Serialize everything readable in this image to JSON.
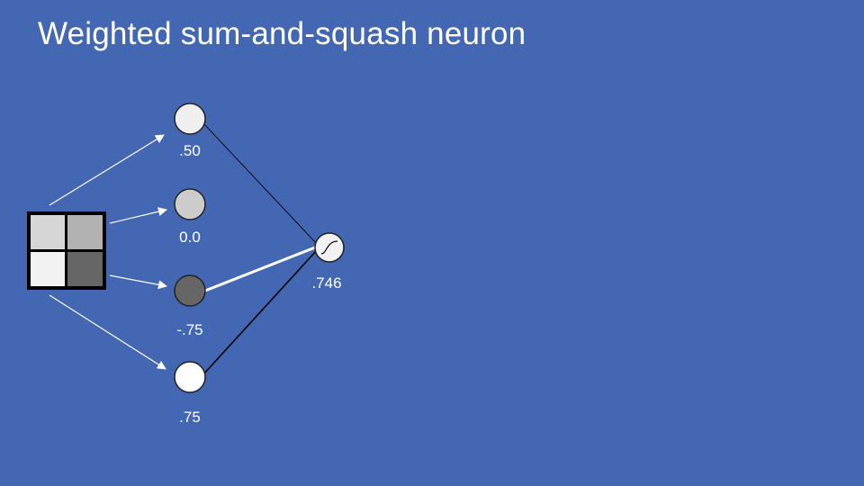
{
  "slide": {
    "title": "Weighted sum-and-squash neuron"
  },
  "diagram": {
    "input_pixels": [
      {
        "row": 0,
        "col": 0,
        "shade": "#d6d6d6"
      },
      {
        "row": 0,
        "col": 1,
        "shade": "#b2b2b2"
      },
      {
        "row": 1,
        "col": 0,
        "shade": "#f2f2f2"
      },
      {
        "row": 1,
        "col": 1,
        "shade": "#666666"
      }
    ],
    "nodes": [
      {
        "id": "node-1",
        "value_label": ".50",
        "fill": "#efefef"
      },
      {
        "id": "node-2",
        "value_label": "0.0",
        "fill": "#cccccc"
      },
      {
        "id": "node-3",
        "value_label": "-.75",
        "fill": "#666666"
      },
      {
        "id": "node-4",
        "value_label": ".75",
        "fill": "#ffffff"
      }
    ],
    "connections": [
      {
        "from": "node-1",
        "color": "#000000",
        "weight_style": "thin"
      },
      {
        "from": "node-2",
        "color": "none",
        "weight_style": "none"
      },
      {
        "from": "node-3",
        "color": "#ffffff",
        "weight_style": "thick"
      },
      {
        "from": "node-4",
        "color": "#000000",
        "weight_style": "medium"
      }
    ],
    "output": {
      "value_label": ".746",
      "icon": "sigmoid-icon",
      "fill": "#f2f2f2"
    },
    "colors": {
      "background": "#4467b3",
      "arrow": "#ffffff",
      "grid_border": "#000000"
    }
  }
}
